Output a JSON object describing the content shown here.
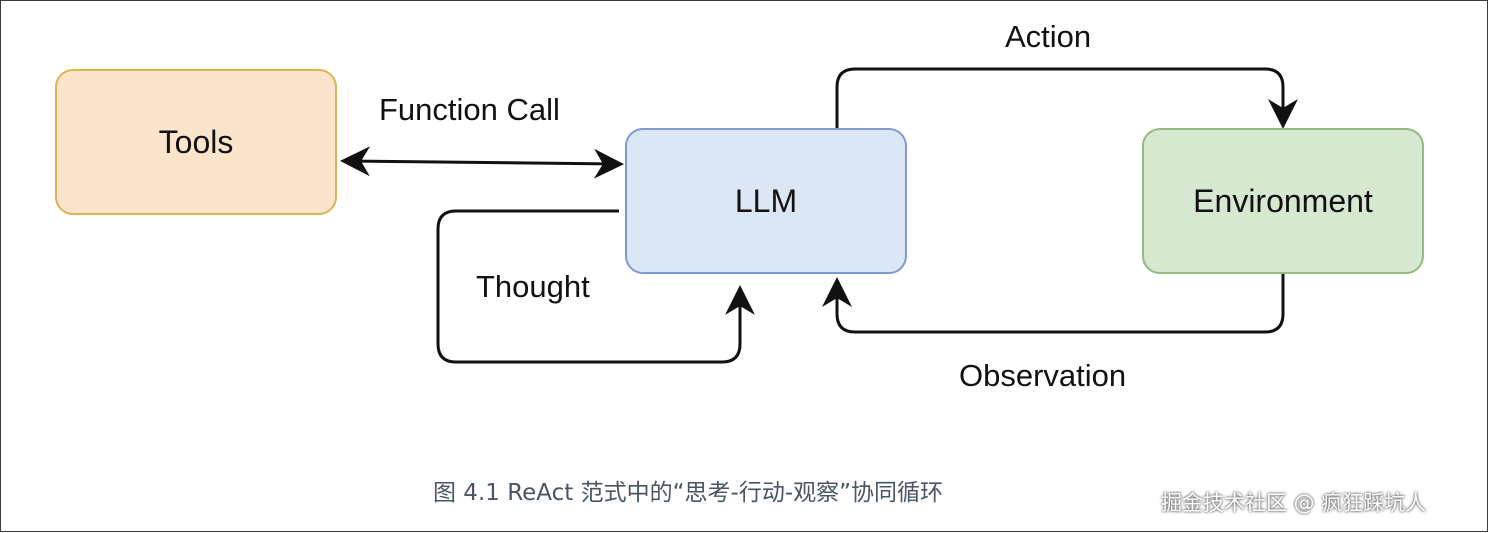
{
  "diagram": {
    "nodes": {
      "tools": "Tools",
      "llm": "LLM",
      "environment": "Environment"
    },
    "edges": {
      "action": "Action",
      "function_call": "Function Call",
      "thought": "Thought",
      "observation": "Observation"
    },
    "colors": {
      "tools_fill": "#fae5cc",
      "tools_border": "#d8b357",
      "llm_fill": "#dce7f6",
      "llm_border": "#7f9ad0",
      "env_fill": "#d6e8cf",
      "env_border": "#93bb7d"
    }
  },
  "caption": "图 4.1 ReAct 范式中的“思考-行动-观察”协同循环",
  "watermark": "掘金技术社区 @ 疯狂踩坑人"
}
